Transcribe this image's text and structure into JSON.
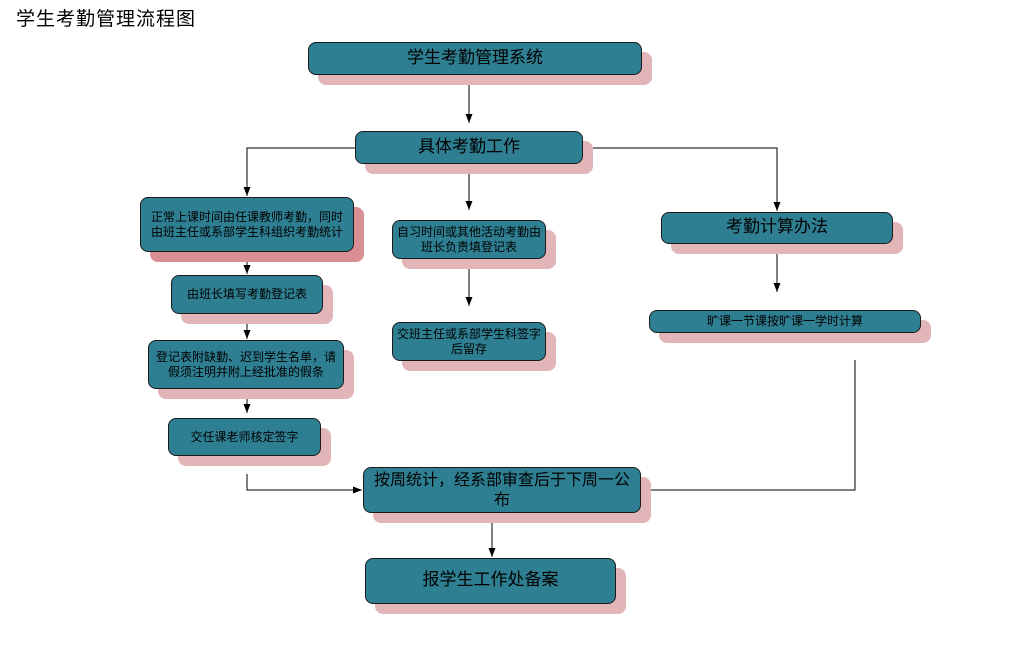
{
  "title": "学生考勤管理流程图",
  "colors": {
    "node_fill": "#2e7f92",
    "shadow_pink": "#e2b6b8",
    "shadow_deep": "#d98f93",
    "line": "#000000"
  },
  "nodes": {
    "system": "学生考勤管理系统",
    "work": "具体考勤工作",
    "class_attendance": "正常上课时间由任课教师考勤，同时由班主任或系部学生科组织考勤统计",
    "monitor_fill": "由班长填写考勤登记表",
    "attach_list": "登记表附缺勤、迟到学生名单，请假须注明并附上经批准的假条",
    "teacher_sign": "交任课老师核定签字",
    "self_study": "自习时间或其他活动考勤由班长负责填登记表",
    "submit_keep": "交班主任或系部学生科签字后留存",
    "calc_method": "考勤计算办法",
    "calc_rule": "旷课一节课按旷课一学时计算",
    "weekly": "按周统计，经系部审查后于下周一公布",
    "report": "报学生工作处备案"
  }
}
